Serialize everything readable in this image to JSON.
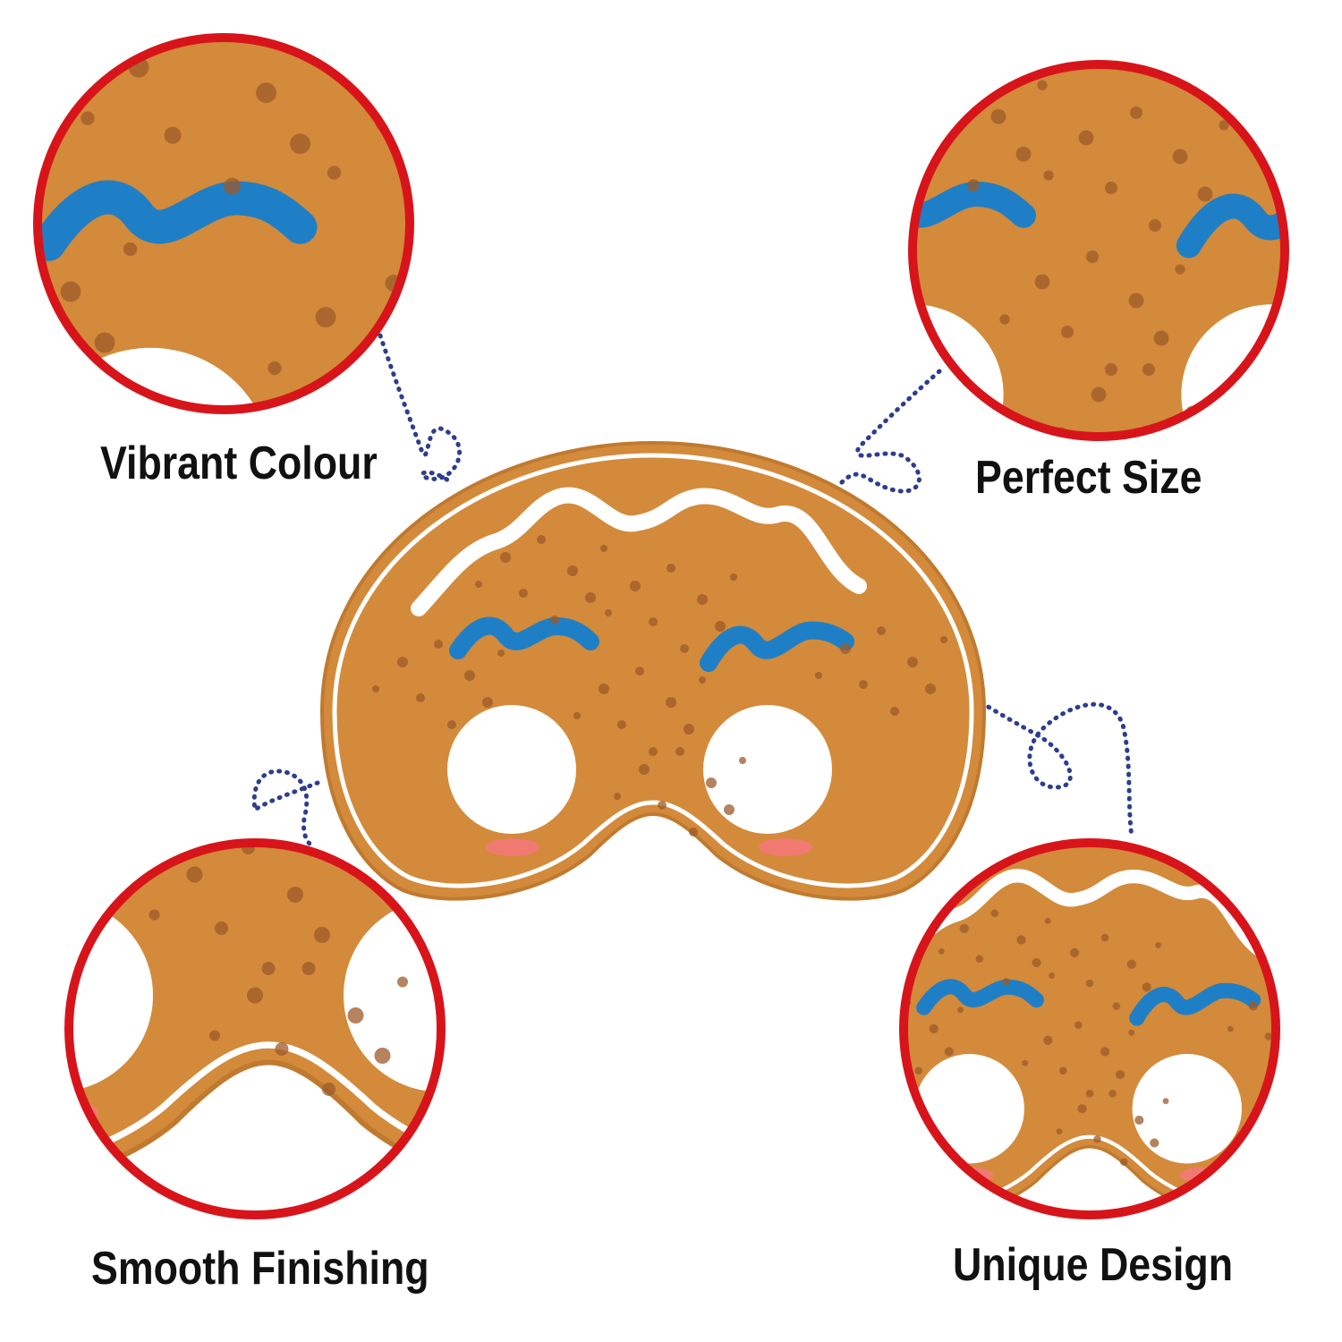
{
  "features": {
    "vibrant_colour": "Vibrant Colour",
    "perfect_size": "Perfect Size",
    "smooth_finishing": "Smooth Finishing",
    "unique_design": "Unique Design"
  },
  "colors": {
    "cookie": "#D38A3A",
    "cookie_edge": "#C07A30",
    "icing": "#FFFFFF",
    "brow": "#1F7FC6",
    "blush": "#F07A72",
    "speckle": "#9C5A2A",
    "ring": "#D8141B",
    "connector": "#2E3D8C"
  }
}
